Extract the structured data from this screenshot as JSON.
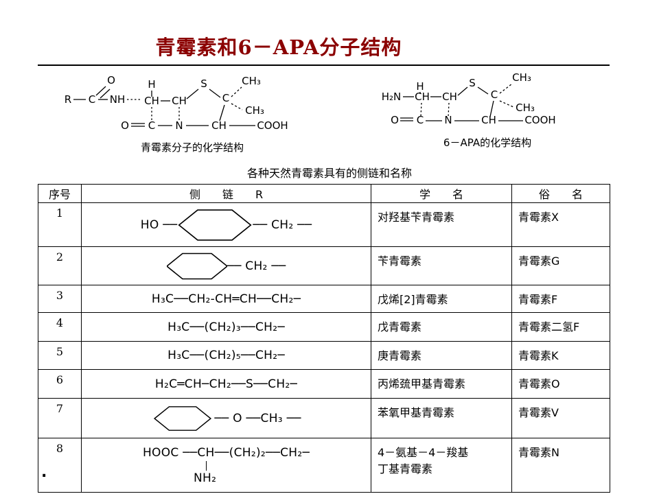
{
  "slide": {
    "title": "青霉素和6－APA分子结构",
    "title_color": "#8B0000",
    "bullet": "."
  },
  "structures": {
    "penicillin": {
      "caption": "青霉素分子的化学结构",
      "atoms": {
        "r": "R",
        "c1": "C",
        "o1": "O",
        "nh": "NH",
        "h": "H",
        "ch_a": "CH",
        "ch_b": "CH",
        "s": "S",
        "c_gem": "C",
        "me_top": "CH₃",
        "me_bottom": "CH₃",
        "o2": "O",
        "c_carbonyl": "C",
        "n": "N",
        "ch_c": "CH",
        "cooh": "COOH"
      }
    },
    "apa": {
      "caption": "6－APA的化学结构",
      "atoms": {
        "h2n": "H₂N",
        "h": "H",
        "ch_a": "CH",
        "ch_b": "CH",
        "s": "S",
        "c_gem": "C",
        "me_top": "CH₃",
        "me_bottom": "CH₃",
        "o": "O",
        "c_carbonyl": "C",
        "n": "N",
        "ch_c": "CH",
        "cooh": "COOH"
      }
    }
  },
  "table": {
    "caption": "各种天然青霉素具有的侧链和名称",
    "headers": {
      "no": "序号",
      "chain": "侧　　链　　R",
      "sci": "学　　名",
      "common": "俗　　名"
    },
    "rows": [
      {
        "no": "1",
        "chain_left": "HO ──",
        "chain_right": "── CH₂ ──",
        "sci": "对羟基苄青霉素",
        "common": "青霉素X"
      },
      {
        "no": "2",
        "chain_right": "── CH₂ ──",
        "sci": "苄青霉素",
        "common": "青霉素G"
      },
      {
        "no": "3",
        "formula": "H₃C──CH₂-CH═CH──CH₂─",
        "sci": "戊烯[2]青霉素",
        "common": "青霉素F"
      },
      {
        "no": "4",
        "formula": "H₃C──(CH₂)₃──CH₂─",
        "sci": "戊青霉素",
        "common": "青霉素二氢F"
      },
      {
        "no": "5",
        "formula": "H₃C──(CH₂)₅──CH₂─",
        "sci": "庚青霉素",
        "common": "青霉素K"
      },
      {
        "no": "6",
        "formula": "H₂C═CH─CH₂──S──CH₂─",
        "sci": "丙烯巯甲基青霉素",
        "common": "青霉素O"
      },
      {
        "no": "7",
        "chain_right": "── O ──CH₃ ──",
        "sci": "苯氧甲基青霉素",
        "common": "青霉素V"
      },
      {
        "no": "8",
        "formula": "HOOC ──CH──(CH₂)₂──CH₂─",
        "below": "NH₂",
        "sci": "4－氨基－4－羧基\n丁基青霉素",
        "common": "青霉素N"
      }
    ]
  }
}
